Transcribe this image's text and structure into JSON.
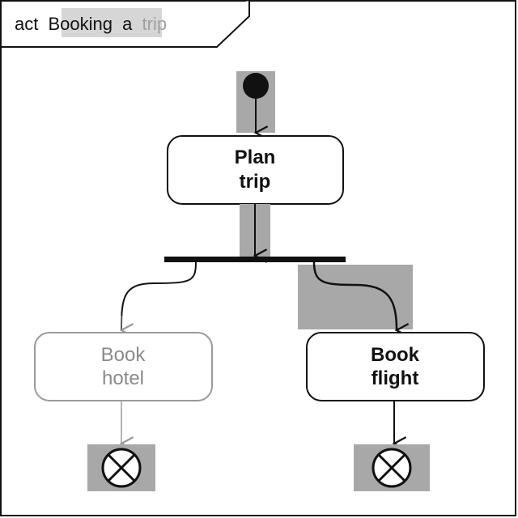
{
  "frame": {
    "keyword": "act",
    "title_highlighted": "Booking",
    "title_middle": "a",
    "title_faded": "trip"
  },
  "nodes": {
    "plan": {
      "line1": "Plan",
      "line2": "trip"
    },
    "hotel": {
      "line1": "Book",
      "line2": "hotel"
    },
    "flight": {
      "line1": "Book",
      "line2": "flight"
    }
  },
  "colors": {
    "ink": "#111111",
    "faded_ink": "#9a9a9a",
    "highlight": "#a8a8a8",
    "tab_highlight": "#d6d6d6"
  }
}
